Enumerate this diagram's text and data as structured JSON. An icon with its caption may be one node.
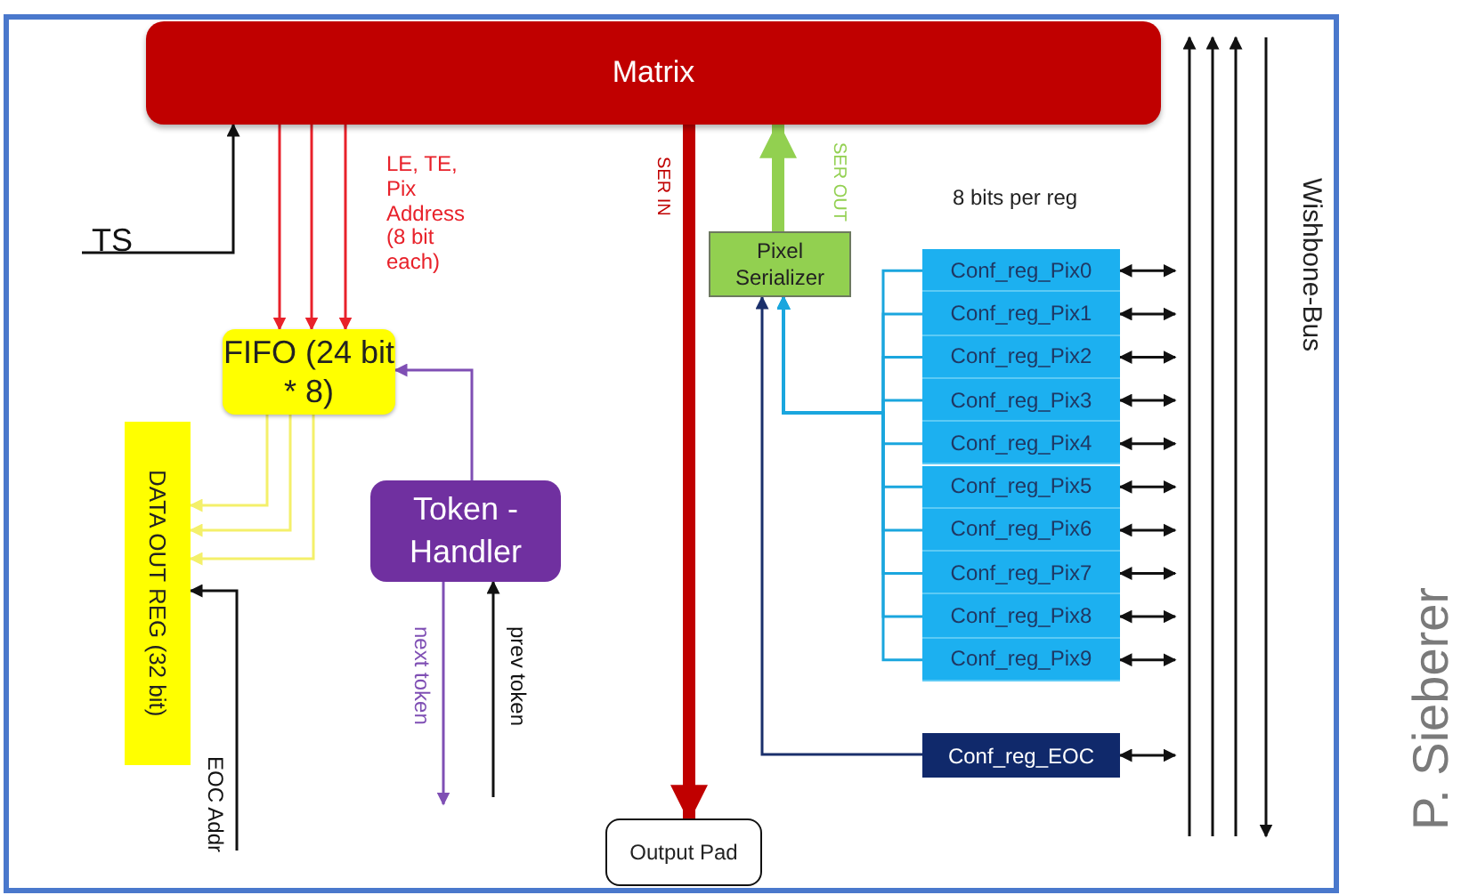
{
  "diagram": {
    "nodes": [
      {
        "text": [
          "Matrix"
        ]
      },
      {
        "text": [
          "TS"
        ]
      },
      {
        "text": [
          "FIFO (24 bit * 8)"
        ]
      },
      {
        "text": [
          "DATA OUT REG (32 bit)"
        ]
      },
      {
        "text": [
          "Token - Handler"
        ]
      },
      {
        "text": [
          "Pixel Serializer"
        ]
      },
      {
        "text": [
          "Conf_reg_Pix0"
        ]
      },
      {
        "text": [
          "Conf_reg_Pix1"
        ]
      },
      {
        "text": [
          "Conf_reg_Pix2"
        ]
      },
      {
        "text": [
          "Conf_reg_Pix3"
        ]
      },
      {
        "text": [
          "Conf_reg_Pix4"
        ]
      },
      {
        "text": [
          "Conf_reg_Pix5"
        ]
      },
      {
        "text": [
          "Conf_reg_Pix6"
        ]
      },
      {
        "text": [
          "Conf_reg_Pix7"
        ]
      },
      {
        "text": [
          "Conf_reg_Pix8"
        ]
      },
      {
        "text": [
          "Conf_reg_Pix9"
        ]
      },
      {
        "text": [
          "Conf_reg_EOC"
        ]
      },
      {
        "text": [
          "Wishbone-Bus"
        ]
      },
      {
        "text": [
          "Output Pad"
        ]
      }
    ],
    "edges": [
      {
        "from": 1,
        "to": 0,
        "arrow": "to"
      },
      {
        "from": 0,
        "to": 2,
        "arrow": "to",
        "color": "#e8212a"
      },
      {
        "from": 0,
        "to": 2,
        "arrow": "to",
        "color": "#e8212a"
      },
      {
        "from": 0,
        "to": 2,
        "arrow": "to",
        "color": "#e8212a",
        "label": "LE, TE, Pix Address (8 bit each)"
      },
      {
        "from": 2,
        "to": 3,
        "arrow": "to",
        "color": "#f4f06a"
      },
      {
        "from": 2,
        "to": 3,
        "arrow": "to",
        "color": "#f4f06a"
      },
      {
        "from": 2,
        "to": 3,
        "arrow": "to",
        "color": "#f4f06a"
      },
      {
        "from": 4,
        "to": 2,
        "arrow": "to",
        "color": "#7f4fb4"
      },
      {
        "from": 4,
        "to": null,
        "arrow": "to",
        "color": "#7f4fb4",
        "label": "next token"
      },
      {
        "from": null,
        "to": 4,
        "arrow": "to",
        "label": "prev token"
      },
      {
        "from": null,
        "to": 3,
        "arrow": "to",
        "label": "EOC Addr"
      },
      {
        "from": 0,
        "to": 18,
        "arrow": "to",
        "style": "thick",
        "color": "#c00000",
        "label": "SER IN"
      },
      {
        "from": 5,
        "to": 0,
        "arrow": "to",
        "style": "thick",
        "color": "#92d050",
        "label": "SER OUT"
      },
      {
        "from": 6,
        "to": 5,
        "arrow": "to",
        "color": "#1aa6de"
      },
      {
        "from": 7,
        "to": 5,
        "arrow": "to",
        "color": "#1aa6de"
      },
      {
        "from": 8,
        "to": 5,
        "arrow": "to",
        "color": "#1aa6de"
      },
      {
        "from": 9,
        "to": 5,
        "arrow": "to",
        "color": "#1aa6de"
      },
      {
        "from": 10,
        "to": 5,
        "arrow": "to",
        "color": "#1aa6de"
      },
      {
        "from": 11,
        "to": 5,
        "arrow": "to",
        "color": "#1aa6de"
      },
      {
        "from": 12,
        "to": 5,
        "arrow": "to",
        "color": "#1aa6de"
      },
      {
        "from": 13,
        "to": 5,
        "arrow": "to",
        "color": "#1aa6de"
      },
      {
        "from": 14,
        "to": 5,
        "arrow": "to",
        "color": "#1aa6de"
      },
      {
        "from": 15,
        "to": 5,
        "arrow": "to",
        "color": "#1aa6de"
      },
      {
        "from": 16,
        "to": 5,
        "arrow": "to",
        "color": "#1a2f6b"
      },
      {
        "from": 6,
        "to": 17,
        "arrow": "both"
      },
      {
        "from": 7,
        "to": 17,
        "arrow": "both"
      },
      {
        "from": 8,
        "to": 17,
        "arrow": "both"
      },
      {
        "from": 9,
        "to": 17,
        "arrow": "both"
      },
      {
        "from": 10,
        "to": 17,
        "arrow": "both"
      },
      {
        "from": 11,
        "to": 17,
        "arrow": "both"
      },
      {
        "from": 12,
        "to": 17,
        "arrow": "both"
      },
      {
        "from": 13,
        "to": 17,
        "arrow": "both"
      },
      {
        "from": 14,
        "to": 17,
        "arrow": "both"
      },
      {
        "from": 15,
        "to": 17,
        "arrow": "both"
      },
      {
        "from": 16,
        "to": 17,
        "arrow": "both"
      }
    ],
    "labels": [
      "8 bits per reg",
      "P. Sieberer"
    ]
  }
}
